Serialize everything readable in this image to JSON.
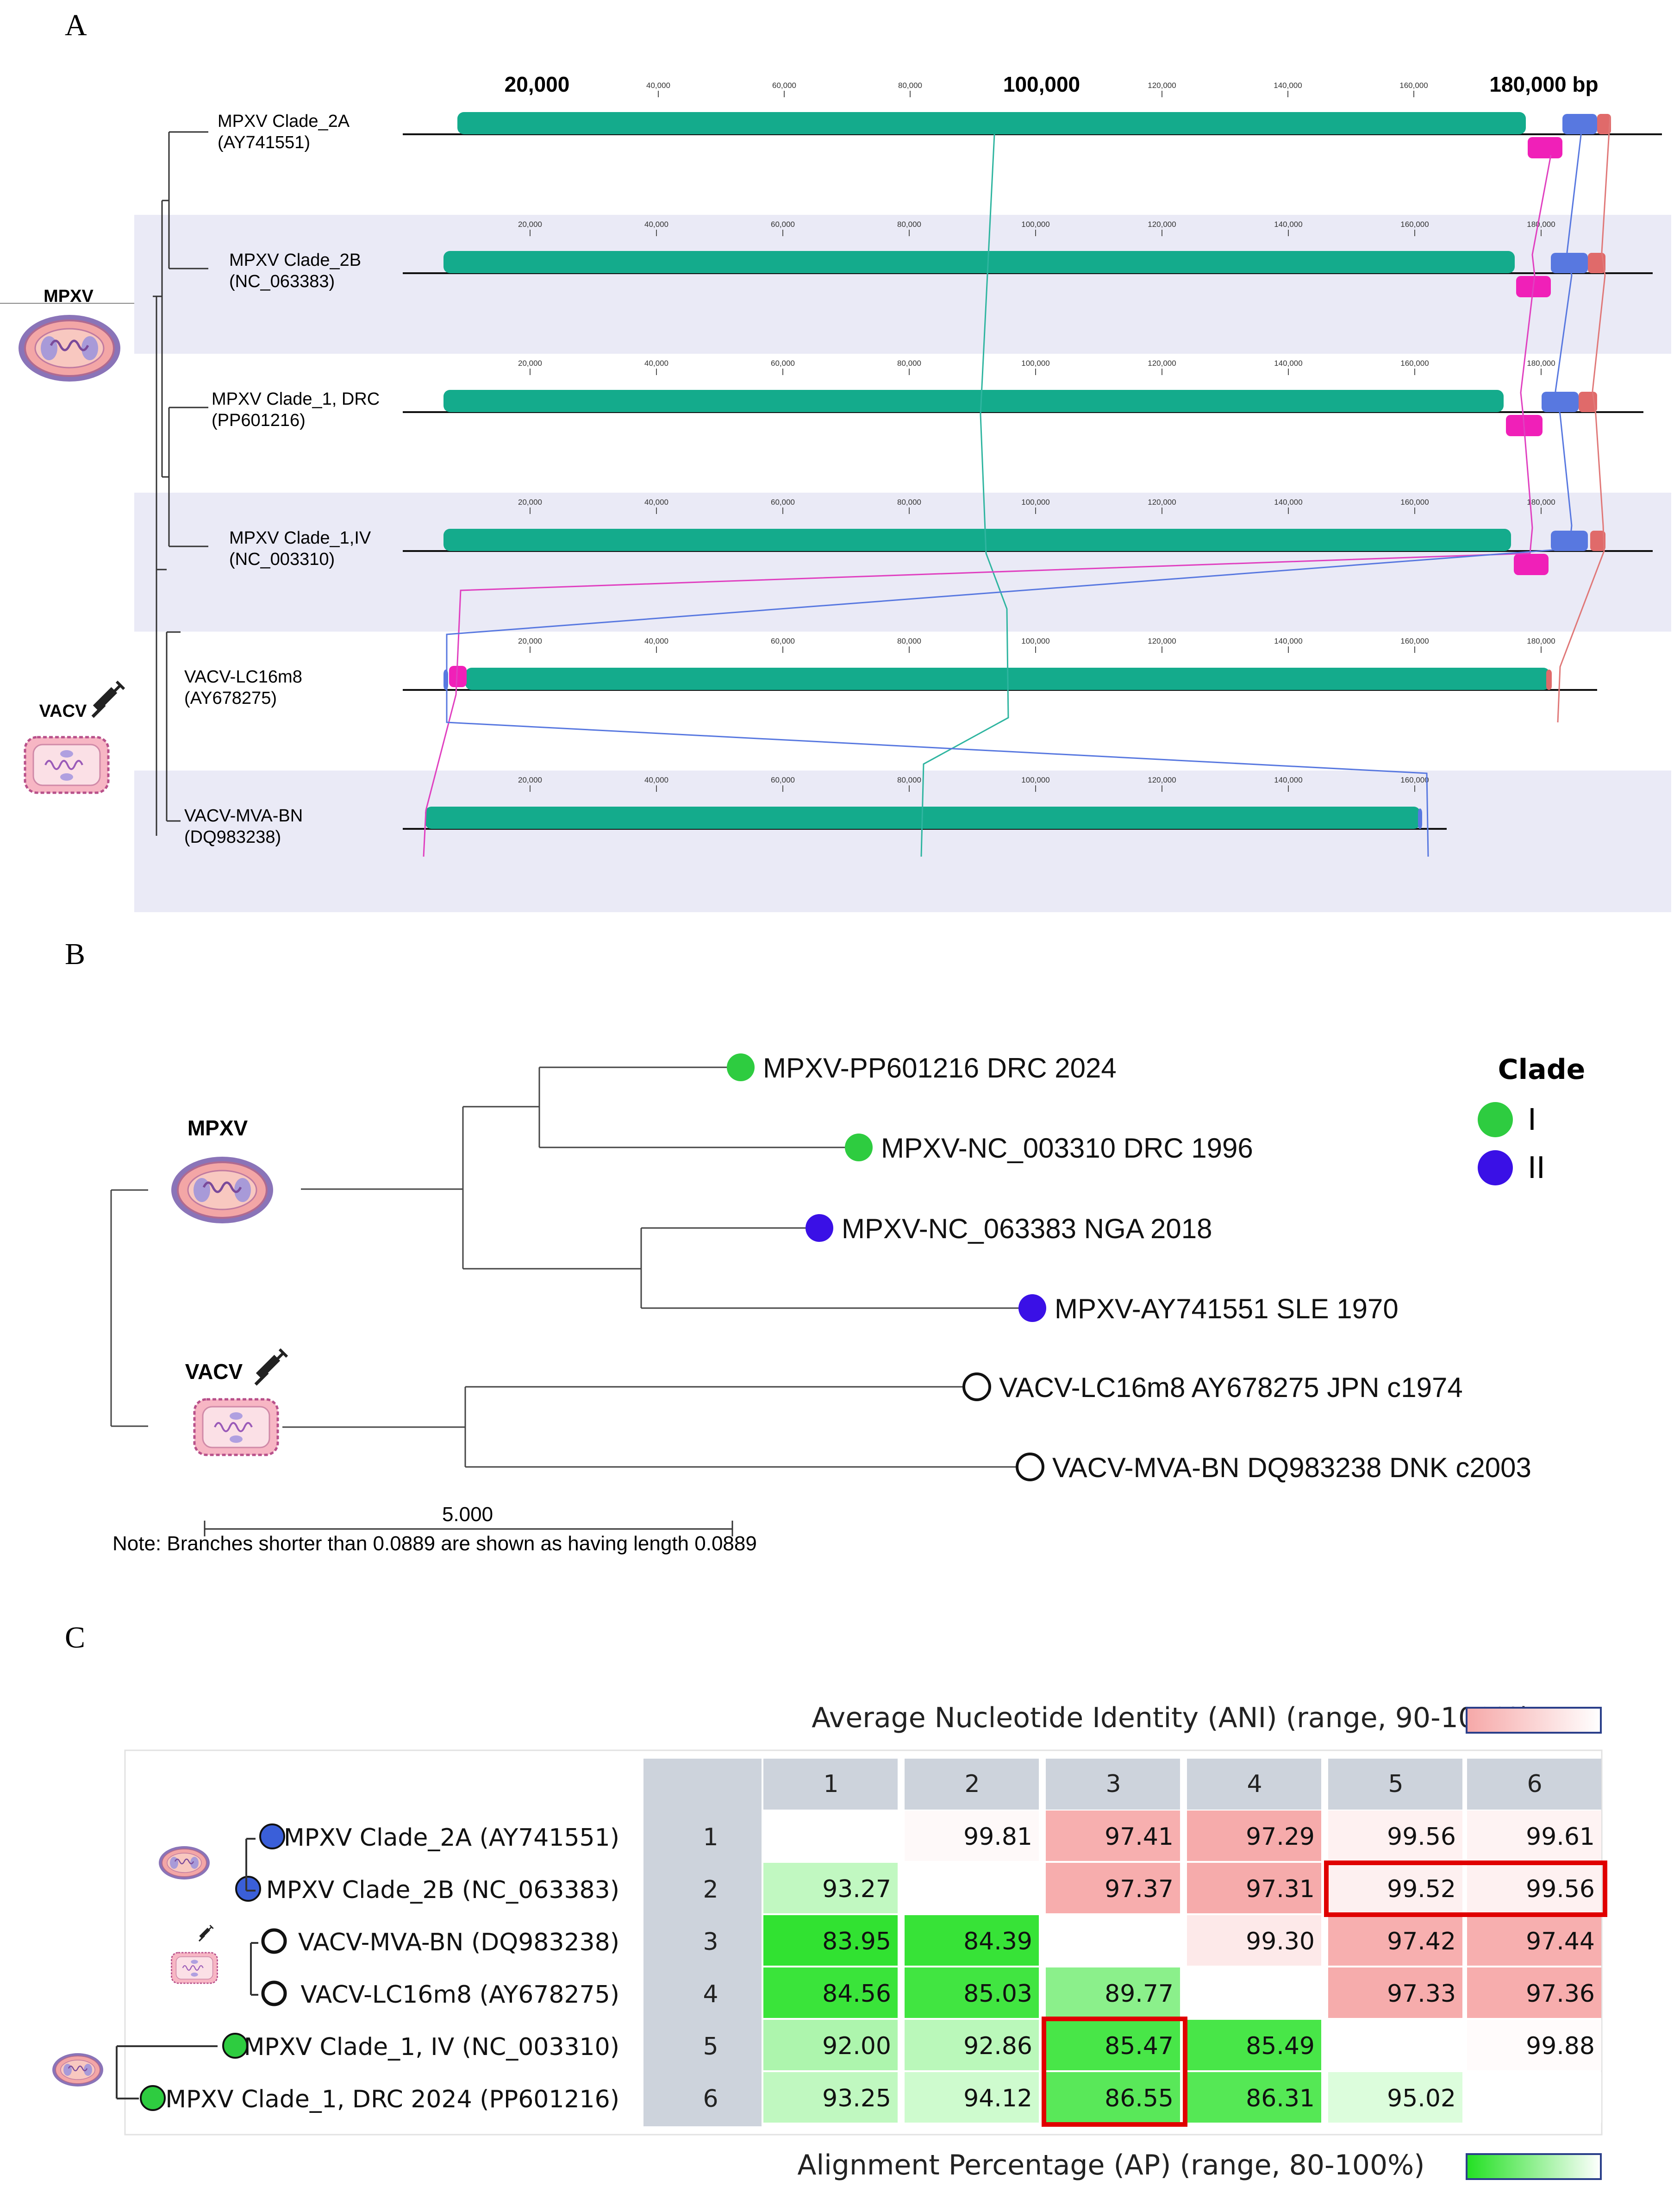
{
  "panel_labels": {
    "a": "A",
    "b": "B",
    "c": "C"
  },
  "panel_a": {
    "group_mpxv": "MPXV",
    "group_vacv": "VACV",
    "top_ticks": [
      "20,000",
      "100,000",
      "180,000 bp"
    ],
    "small_ticks": [
      "20,000",
      "40,000",
      "60,000",
      "80,000",
      "100,000",
      "120,000",
      "140,000",
      "160,000",
      "180,000"
    ],
    "tracks": [
      {
        "name": "MPXV Clade_2A",
        "acc": "(AY741551)"
      },
      {
        "name": "MPXV Clade_2B",
        "acc": "(NC_063383)"
      },
      {
        "name": "MPXV Clade_1, DRC",
        "acc": "(PP601216)"
      },
      {
        "name": "MPXV Clade_1,IV",
        "acc": "(NC_003310)"
      },
      {
        "name": "VACV-LC16m8",
        "acc": "(AY678275)"
      },
      {
        "name": "VACV-MVA-BN",
        "acc": "(DQ983238)"
      }
    ],
    "colors": {
      "block_main": "#14ab8c",
      "block_magenta": "#f020b8",
      "block_blue": "#5878e0",
      "block_red": "#e06a6a",
      "band": "#eaeaf6"
    }
  },
  "panel_b": {
    "group_mpxv": "MPXV",
    "group_vacv": "VACV",
    "legend_title": "Clade",
    "legend_items": [
      {
        "label": "I",
        "color": "#2ecc40"
      },
      {
        "label": "II",
        "color": "#3a10e6"
      }
    ],
    "leaves": [
      {
        "label": "MPXV-PP601216 DRC 2024",
        "color": "#2ecc40"
      },
      {
        "label": "MPXV-NC_003310 DRC 1996",
        "color": "#2ecc40"
      },
      {
        "label": "MPXV-NC_063383 NGA 2018",
        "color": "#3a10e6"
      },
      {
        "label": "MPXV-AY741551 SLE 1970",
        "color": "#3a10e6"
      },
      {
        "label": "VACV-LC16m8 AY678275 JPN c1974",
        "color": "none"
      },
      {
        "label": "VACV-MVA-BN DQ983238 DNK c2003",
        "color": "none"
      }
    ],
    "scale_label": "5.000",
    "note": "Note: Branches shorter than 0.0889 are shown as having length 0.0889"
  },
  "panel_c": {
    "ani_title": "Average Nucleotide Identity (ANI) (range, 90-100%)",
    "ap_title": "Alignment Percentage (AP) (range, 80-100%)",
    "col_headers": [
      "1",
      "2",
      "3",
      "4",
      "5",
      "6"
    ],
    "rows": [
      {
        "num": "1",
        "label": "MPXV Clade_2A (AY741551)",
        "marker": "#3a5fd9",
        "cells": [
          "",
          "99.81",
          "97.41",
          "97.29",
          "99.56",
          "99.61"
        ]
      },
      {
        "num": "2",
        "label": "MPXV Clade_2B (NC_063383)",
        "marker": "#3a5fd9",
        "cells": [
          "93.27",
          "",
          "97.37",
          "97.31",
          "99.52",
          "99.56"
        ]
      },
      {
        "num": "3",
        "label": "VACV-MVA-BN (DQ983238)",
        "marker": "none",
        "cells": [
          "83.95",
          "84.39",
          "",
          "99.30",
          "97.42",
          "97.44"
        ]
      },
      {
        "num": "4",
        "label": "VACV-LC16m8 (AY678275)",
        "marker": "none",
        "cells": [
          "84.56",
          "85.03",
          "89.77",
          "",
          "97.33",
          "97.36"
        ]
      },
      {
        "num": "5",
        "label": "MPXV Clade_1, IV (NC_003310)",
        "marker": "#2ecc40",
        "cells": [
          "92.00",
          "92.86",
          "85.47",
          "85.49",
          "",
          "99.88"
        ]
      },
      {
        "num": "6",
        "label": "MPXV Clade_1, DRC 2024 (PP601216)",
        "marker": "#2ecc40",
        "cells": [
          "93.25",
          "94.12",
          "86.55",
          "86.31",
          "95.02",
          ""
        ]
      }
    ]
  }
}
